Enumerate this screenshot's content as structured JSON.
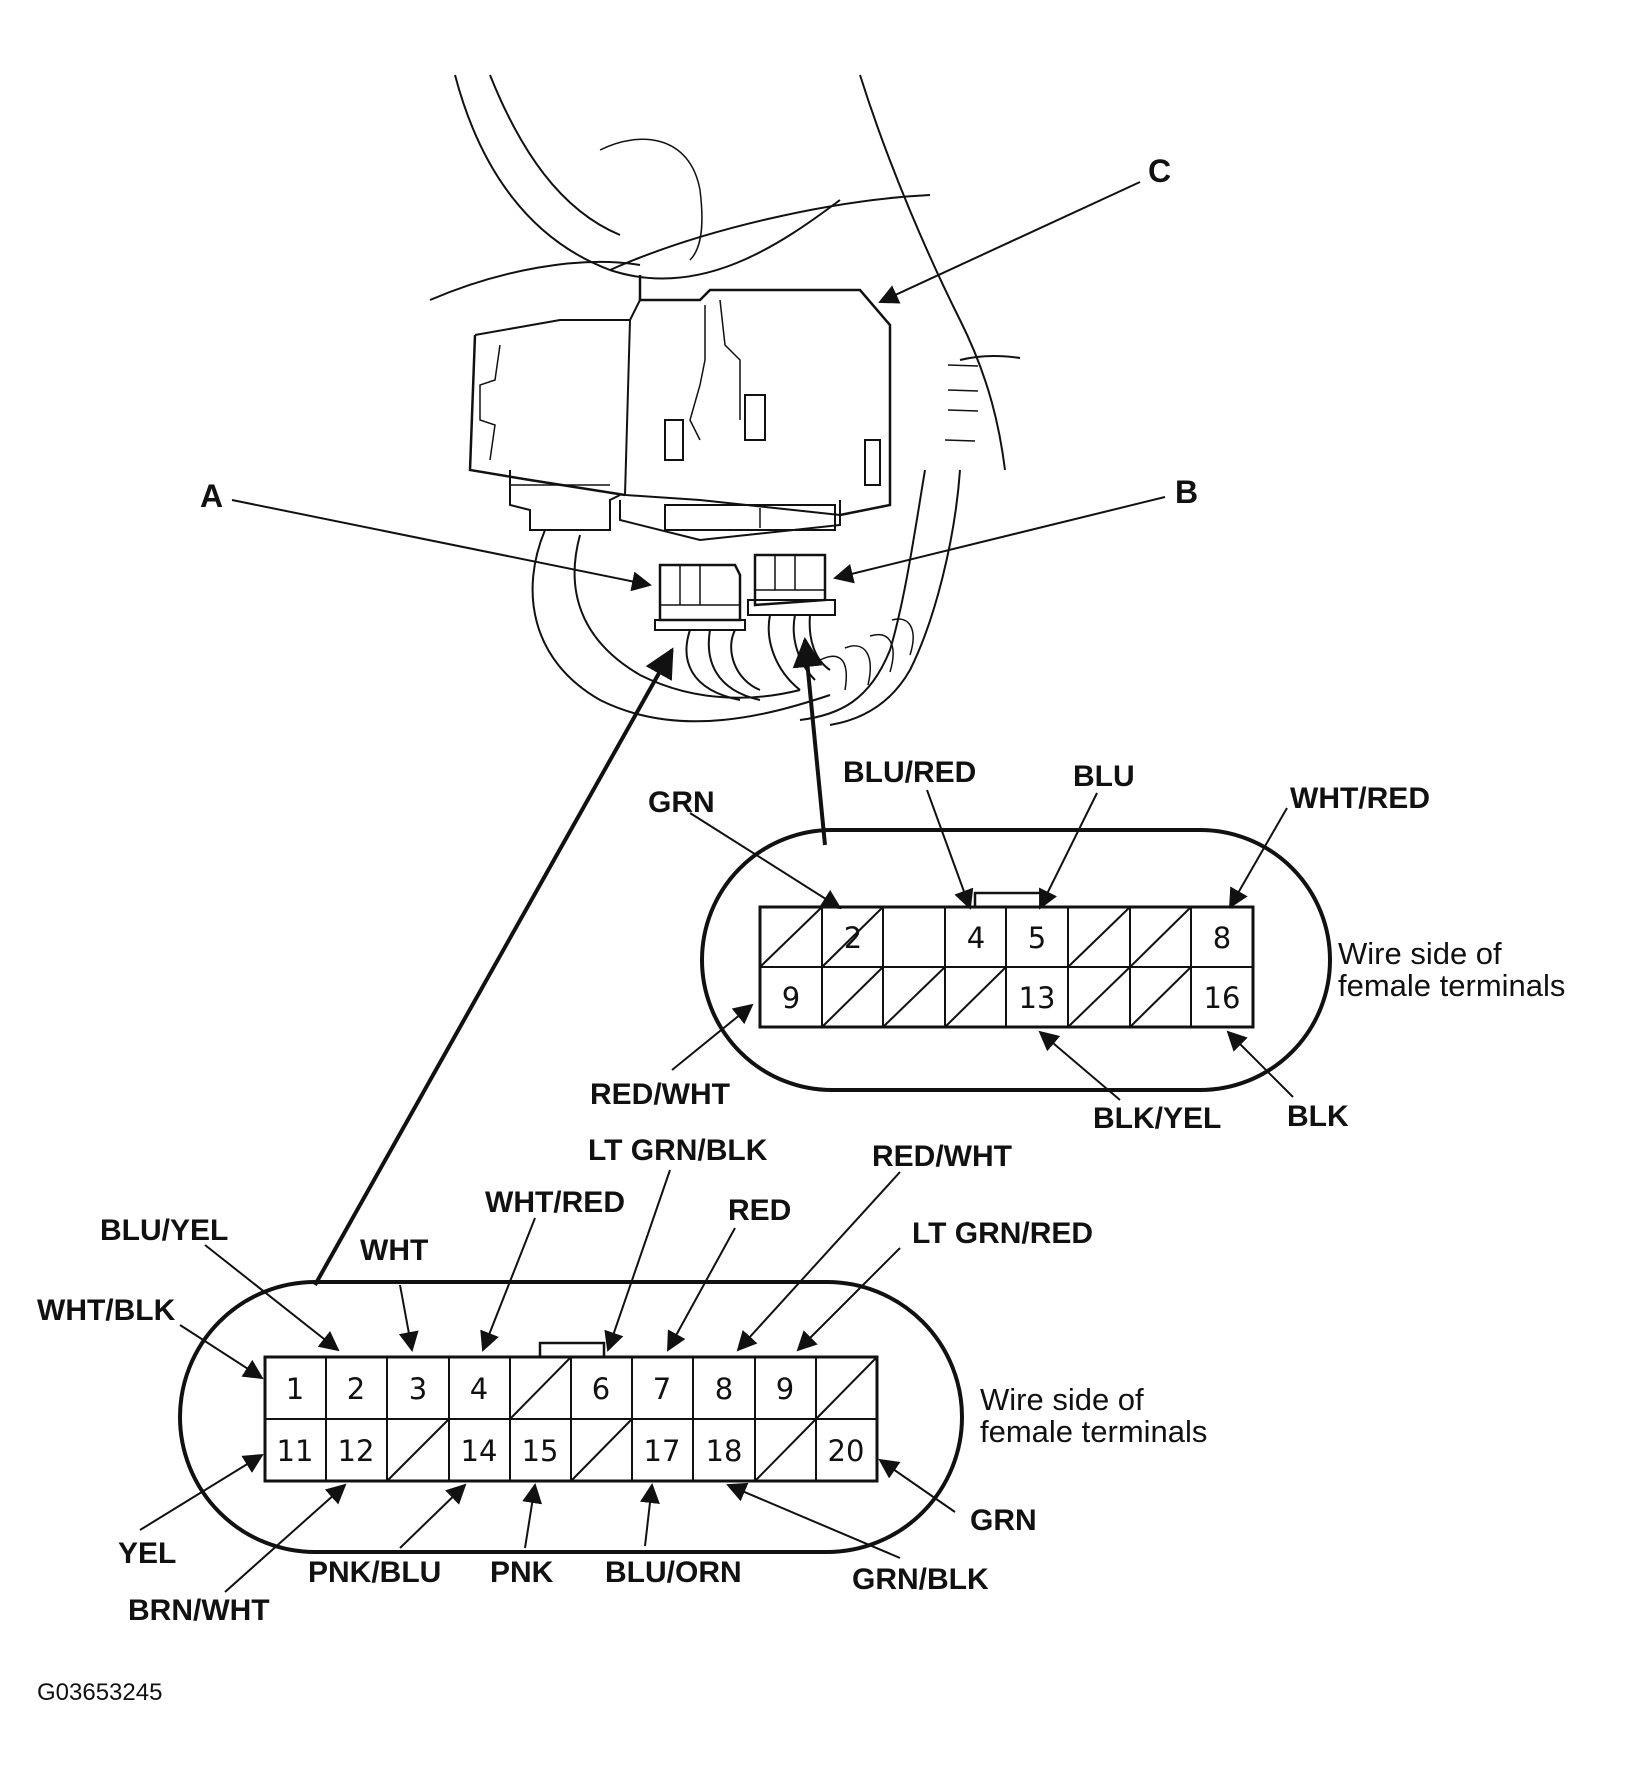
{
  "callouts": {
    "a": "A",
    "b": "B",
    "c": "C"
  },
  "connector_b": {
    "side_label": [
      "Wire side of",
      "female terminals"
    ],
    "pins": [
      "2",
      "4",
      "5",
      "8",
      "9",
      "13",
      "16"
    ],
    "wires": {
      "p2": "GRN",
      "p4": "BLU/RED",
      "p5": "BLU",
      "p8": "WHT/RED",
      "p9": "RED/WHT",
      "p13": "BLK/YEL",
      "p16": "BLK"
    }
  },
  "connector_a": {
    "side_label": [
      "Wire side of",
      "female terminals"
    ],
    "pins": [
      "1",
      "2",
      "3",
      "4",
      "6",
      "7",
      "8",
      "9",
      "11",
      "12",
      "14",
      "15",
      "17",
      "18",
      "20"
    ],
    "wires": {
      "p1": "WHT/BLK",
      "p2": "BLU/YEL",
      "p3": "WHT",
      "p4": "WHT/RED",
      "p6": "LT GRN/BLK",
      "p7": "RED",
      "p8": "RED/WHT",
      "p9": "LT GRN/RED",
      "p11": "YEL",
      "p12": "BRN/WHT",
      "p14": "PNK/BLU",
      "p15": "PNK",
      "p17": "BLU/ORN",
      "p18": "GRN/BLK",
      "p20": "GRN"
    }
  },
  "figure_id": "G03653245"
}
